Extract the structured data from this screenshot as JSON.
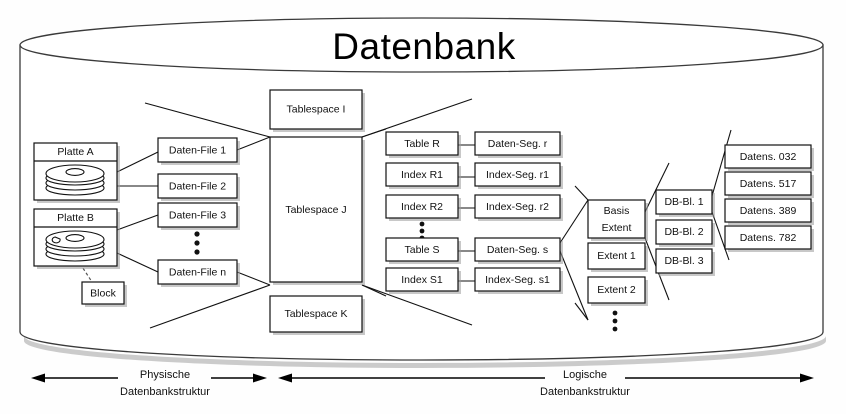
{
  "diagram": {
    "title": "Datenbank",
    "physical": {
      "disks": [
        {
          "label": "Platte A",
          "icon": "disk-platter-icon"
        },
        {
          "label": "Platte B",
          "icon": "disk-platter-icon"
        }
      ],
      "block": "Block",
      "data_files": [
        "Daten-File 1",
        "Daten-File 2",
        "Daten-File 3",
        "Daten-File n"
      ],
      "data_files_ellipsis": "vertical-ellipsis"
    },
    "tablespaces": [
      "Tablespace I",
      "Tablespace J",
      "Tablespace K"
    ],
    "logical": {
      "objects": [
        "Table R",
        "Index R1",
        "Index R2",
        "Table S",
        "Index S1"
      ],
      "segments": [
        "Daten-Seg. r",
        "Index-Seg. r1",
        "Index-Seg. r2",
        "Daten-Seg. s",
        "Index-Seg. s1"
      ],
      "objects_ellipsis": "vertical-ellipsis",
      "extents": [
        "Basis Extent",
        "Extent 1",
        "Extent 2"
      ],
      "extents_ellipsis": "vertical-ellipsis",
      "db_blocks": [
        "DB-Bl. 1",
        "DB-Bl. 2",
        "DB-Bl. 3"
      ],
      "records": [
        "Datens. 032",
        "Datens. 517",
        "Datens. 389",
        "Datens. 782"
      ]
    },
    "captions": [
      {
        "line1": "Physische",
        "line2": "Datenbankstruktur"
      },
      {
        "line1": "Logische",
        "line2": "Datenbankstruktur"
      }
    ],
    "colors": {
      "stroke": "#111111",
      "cylinder_stroke": "#3a3a3a",
      "shadow": "#9a9a9a",
      "background": "#fefefe"
    }
  }
}
